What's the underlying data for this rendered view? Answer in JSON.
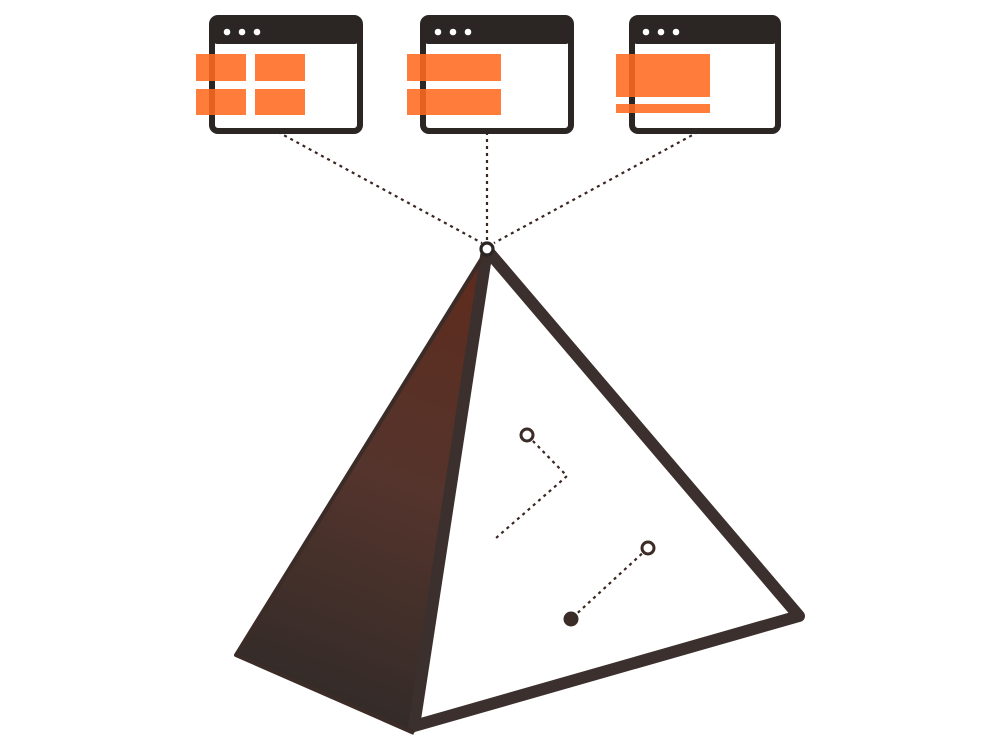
{
  "colors": {
    "frame_dark": "#2b2523",
    "accent_orange": "#ff6a1f",
    "pyramid_shadow_top": "#6b3322",
    "pyramid_shadow_bottom": "#2f2a28",
    "connector_dots": "#3a2620",
    "background": "#ffffff"
  },
  "windows": [
    {
      "id": "window-left",
      "layout": "grid-four-blocks",
      "icon": "browser-window-icon"
    },
    {
      "id": "window-center",
      "layout": "two-stacked-bars",
      "icon": "browser-window-icon"
    },
    {
      "id": "window-right",
      "layout": "hero-block-with-strip",
      "icon": "browser-window-icon"
    }
  ],
  "pyramid": {
    "icon": "pyramid-icon",
    "apex_node": "apex-node-ring",
    "internal_nodes": [
      "node-ring-upper",
      "node-ring-lower",
      "node-dot-lower"
    ]
  }
}
